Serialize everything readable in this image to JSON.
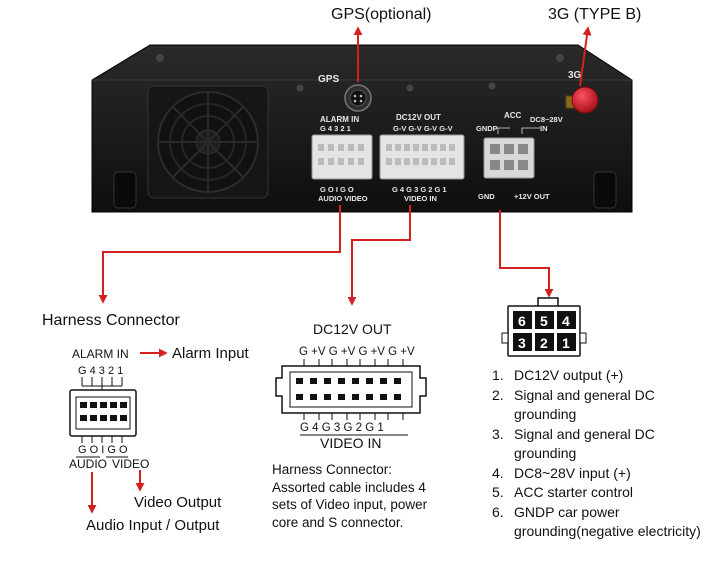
{
  "labels": {
    "gps_optional": "GPS(optional)",
    "g3_type_b": "3G (TYPE B)",
    "harness_connector_title": "Harness Connector",
    "alarm_input": "Alarm Input",
    "video_output": "Video Output",
    "audio_io": "Audio Input / Output"
  },
  "device": {
    "gps": "GPS",
    "g3": "3G",
    "alarm_in": "ALARM IN",
    "alarm_pins": "G 4 3 2 1",
    "dc12v_out": "DC12V OUT",
    "power_pins": "G-V G-V G-V G-V",
    "acc": "ACC",
    "gndp": "GNDP",
    "dc8_28v": "DC8~28V",
    "in": "IN",
    "gnd": "GND",
    "out_12v": "+12V OUT",
    "av_pins": "G O I G O",
    "audio_video": "AUDIO VIDEO",
    "video_pins": "G 4 G 3 G 2 G 1",
    "video_in": "VIDEO IN"
  },
  "small_connector": {
    "alarm_in": "ALARM IN",
    "alarm_pins": "G 4 3 2 1",
    "bottom_pins": "G O I G O",
    "audio": "AUDIO",
    "video": "VIDEO"
  },
  "dc_connector": {
    "title": "DC12V OUT",
    "top_pins": "G +V G +V G +V G +V",
    "bottom_pins": "G 4 G 3 G 2 G 1",
    "bottom_label": "VIDEO IN"
  },
  "power_pinout": {
    "top_row": [
      "6",
      "5",
      "4"
    ],
    "bottom_row": [
      "3",
      "2",
      "1"
    ]
  },
  "pin_legend": [
    {
      "num": "1.",
      "text": "DC12V output (+)"
    },
    {
      "num": "2.",
      "text": "Signal and general DC grounding"
    },
    {
      "num": "3.",
      "text": "Signal and general DC grounding"
    },
    {
      "num": "4.",
      "text": "DC8~28V input (+)"
    },
    {
      "num": "5.",
      "text": "ACC starter control"
    },
    {
      "num": "6.",
      "text": "GNDP car power grounding(negative electricity)"
    }
  ],
  "harness_desc": {
    "line1": "Harness Connector:",
    "line2": "Assorted cable includes 4",
    "line3": "sets of Video input, power",
    "line4": "core and S connector."
  },
  "colors": {
    "arrow": "#d42020",
    "device_body": "#1c1c1c",
    "connector_port": "#e4e4e4",
    "antenna": "#c8141e"
  }
}
